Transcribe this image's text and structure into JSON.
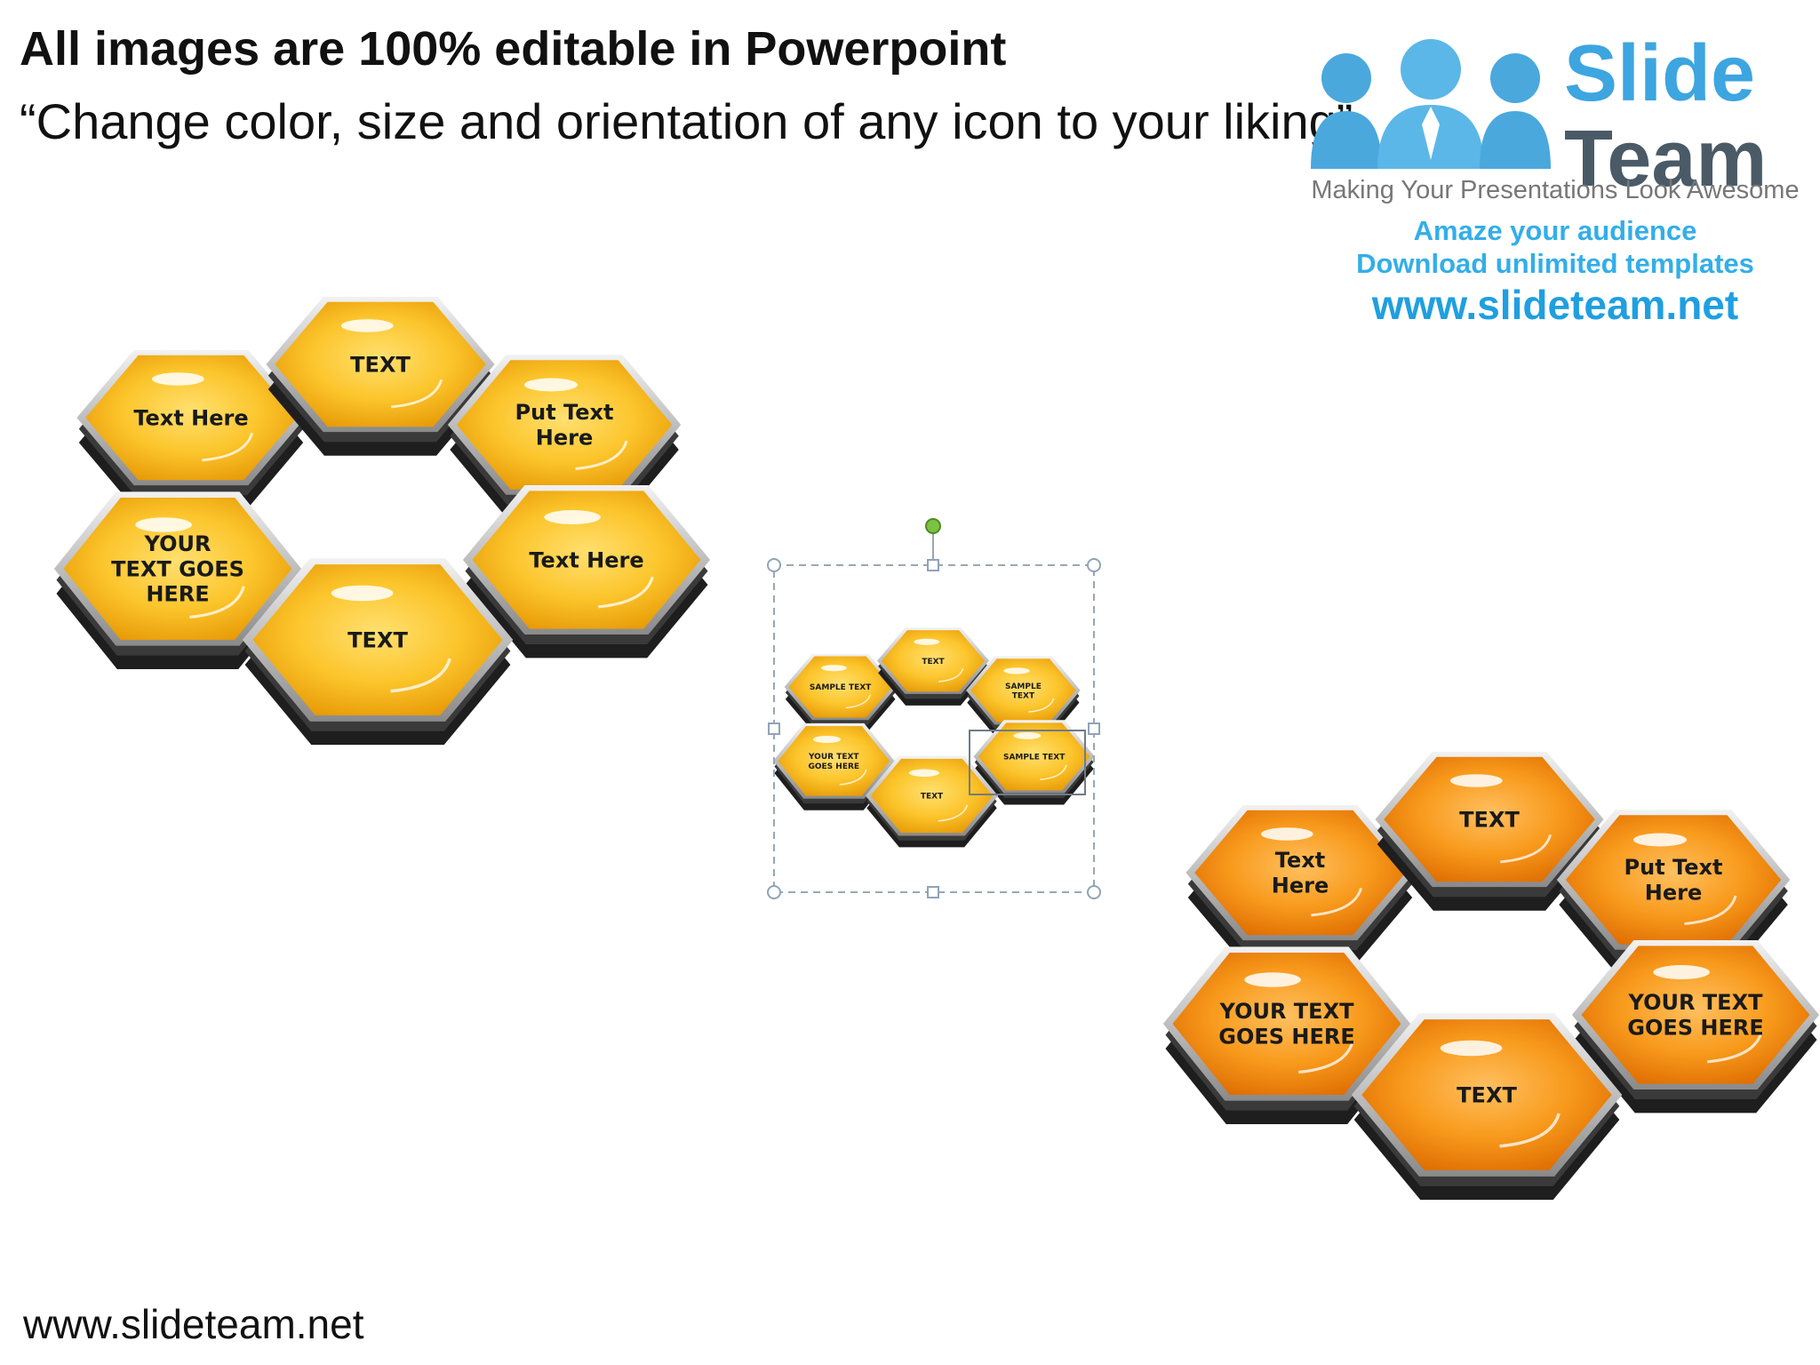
{
  "header": {
    "title": "All images are 100% editable in Powerpoint",
    "subtitle": "“Change color, size and orientation of any icon to your liking”"
  },
  "logo": {
    "name_line1": "Slide",
    "name_line2": "Team",
    "tagline": "Making Your Presentations Look Awesome",
    "promo_line1": "Amaze your audience",
    "promo_line2": "Download unlimited templates",
    "url": "www.slideteam.net"
  },
  "footer": {
    "url": "www.slideteam.net"
  },
  "colors": {
    "yellow_hex": "#f7b81c",
    "orange_hex": "#f58a0c",
    "hex_base": "#1e1e1e",
    "selection_handle": "#8fa3b8",
    "rotation_handle": "#7cc243"
  },
  "diagrams": {
    "yellow": {
      "top": "TEXT",
      "upper_left": "Text Here",
      "upper_right": "Put Text\nHere",
      "lower_left": "YOUR\nTEXT GOES\nHERE",
      "lower_right": "Text Here",
      "bottom": "TEXT"
    },
    "small": {
      "top": "TEXT",
      "upper_left": "SAMPLE TEXT",
      "upper_right": "SAMPLE\nTEXT",
      "lower_left": "YOUR TEXT\nGOES HERE",
      "lower_right": "SAMPLE TEXT",
      "bottom": "TEXT"
    },
    "orange": {
      "top": "TEXT",
      "upper_left": "Text\nHere",
      "upper_right": "Put Text\nHere",
      "lower_left": "YOUR TEXT\nGOES HERE",
      "lower_right": "YOUR TEXT\nGOES HERE",
      "bottom": "TEXT"
    }
  }
}
